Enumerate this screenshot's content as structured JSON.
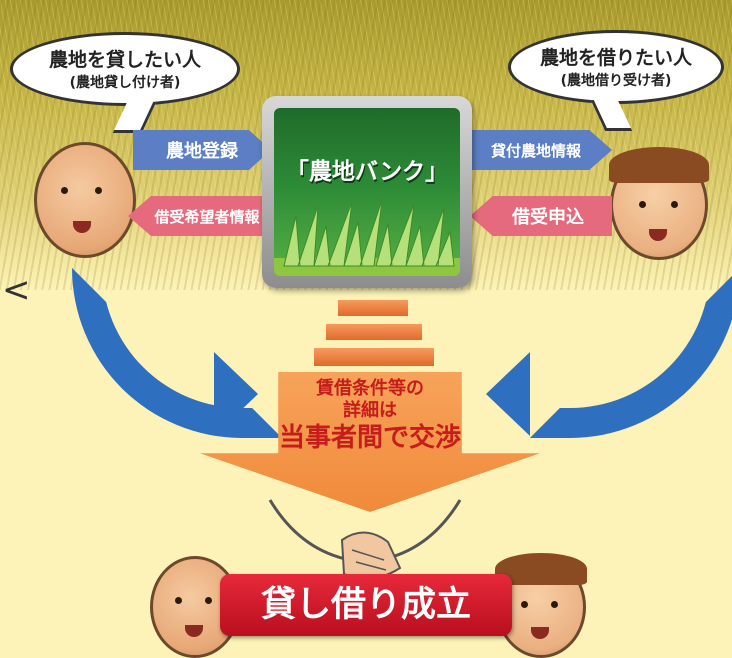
{
  "lender": {
    "title": "農地を貸したい人",
    "subtitle": "(農地貸し付け者)"
  },
  "borrower": {
    "title": "農地を借りたい人",
    "subtitle": "(農地借り受け者)"
  },
  "bank": {
    "title": "「農地バンク」"
  },
  "arrows": {
    "land_registration": "農地登録",
    "applicant_info": "借受希望者情報",
    "lease_land_info": "貸付農地情報",
    "lease_application": "借受申込"
  },
  "negotiation": {
    "line1": "賃借条件等の",
    "line2": "詳細は",
    "line3": "当事者間で交渉"
  },
  "result": {
    "label": "貸し借り成立"
  },
  "side_mark": "<",
  "colors": {
    "blue_arrow": "#5b7ec4",
    "pink_arrow": "#e56a7d",
    "bank_green": "#2c8a36",
    "banner_red": "#d41f2f",
    "negotiation_text": "#c61c1c",
    "background": "#fdf3b8"
  }
}
